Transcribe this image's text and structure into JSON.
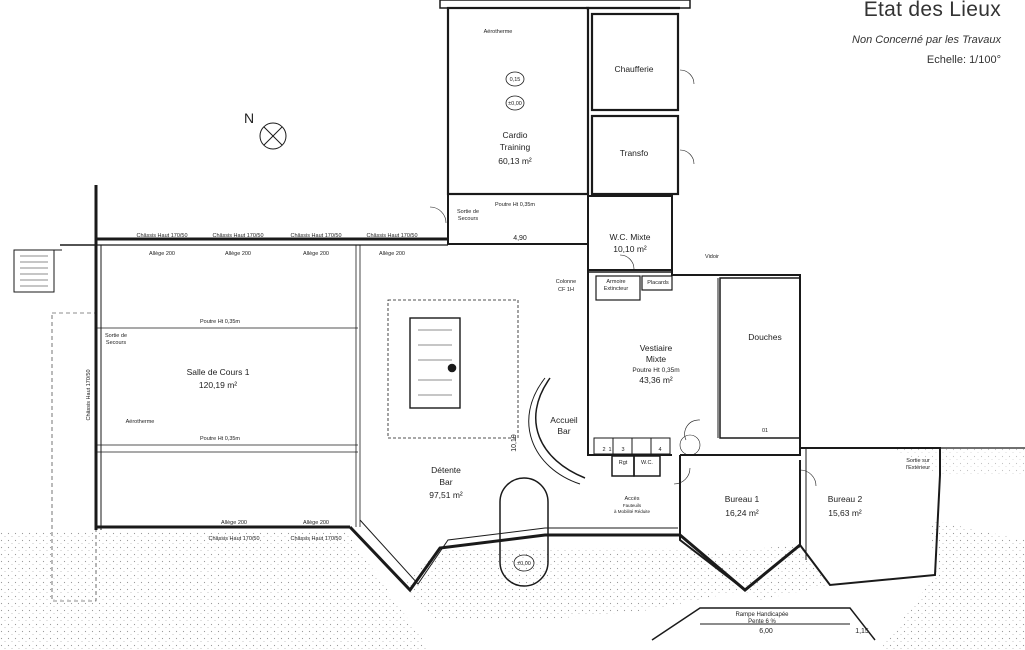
{
  "header": {
    "title": "Etat des Lieux",
    "subtitle": "Non Concerné par les Travaux",
    "scale": "Echelle: 1/100°"
  },
  "north": "N",
  "rooms": {
    "cardio_name": "Cardio",
    "cardio_name2": "Training",
    "cardio_area": "60,13 m²",
    "chaufferie": "Chaufferie",
    "transfo": "Transfo",
    "wc_mixte": "W.C. Mixte",
    "wc_mixte_area": "10,10 m²",
    "vestiaire": "Vestiaire",
    "vestiaire2": "Mixte",
    "vestiaire_beam": "Poutre Ht 0,35m",
    "vestiaire_area": "43,36 m²",
    "douches": "Douches",
    "salle_cours": "Salle de Cours 1",
    "salle_cours_area": "120,19 m²",
    "detente": "Détente",
    "detente2": "Bar",
    "detente_area": "97,51 m²",
    "accueil": "Accueil",
    "accueil2": "Bar",
    "bureau1": "Bureau 1",
    "bureau1_area": "16,24 m²",
    "bureau2": "Bureau 2",
    "bureau2_area": "15,63 m²",
    "armoire": "Armoire",
    "armoire2": "Extincteur",
    "placards": "Placards",
    "rgt": "Rgt",
    "wc": "W.C.",
    "vidoir": "Vidoir",
    "colonne": "Colonne",
    "colonne2": "CF 1H"
  },
  "labels": {
    "aerotherme": "Aérotherme",
    "aerotherme2": "Aérotherme",
    "level_015": "0,15",
    "level_000": "±0,00",
    "level_000b": "±0,00",
    "sortie_secours": "Sortie de",
    "sortie_secours2": "Secours",
    "sortie_secours_b": "Sortie de",
    "sortie_secours_b2": "Secours",
    "sortie_ext": "Sortie sur",
    "sortie_ext2": "l'Extérieur",
    "chassis_1": "Châssis Haut 170/50",
    "chassis_2": "Châssis Haut 170/50",
    "chassis_3": "Châssis Haut 170/50",
    "chassis_4": "Châssis Haut 170/50",
    "chassis_5": "Châssis Haut 170/50",
    "chassis_6": "Châssis Haut 170/50",
    "chassis_v": "Châssis Haut 170/50",
    "allege_1": "Allège 200",
    "allege_2": "Allège 200",
    "allege_3": "Allège 200",
    "allege_4": "Allège 200",
    "allege_5": "Allège 200",
    "allege_6": "Allège 200",
    "poutre_1": "Poutre Ht 0,35m",
    "poutre_2": "Poutre Ht 0,35m",
    "poutre_3": "Poutre Ht 0,35m",
    "dim_490": "4,90",
    "dim_1019": "10,19",
    "dim_600": "6,00",
    "dim_115": "1,15",
    "acces": "Accès",
    "acces2": "Fauteuils",
    "acces3": "à Mobilité Réduite",
    "rampe": "Rampe Handicapée",
    "pente": "Pente 6 %",
    "n1": "1",
    "n2": "2",
    "n3": "3",
    "n4": "4",
    "d01": "01"
  },
  "colors": {
    "wall": "#1a1a1a",
    "exterior_hatch": "#9a9a9a",
    "paper": "#ffffff"
  }
}
